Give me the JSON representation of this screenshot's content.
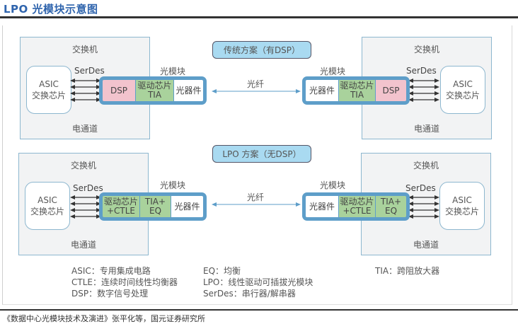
{
  "title": "LPO 光模块示意图",
  "source": "《数据中心光模块技术及演进》张平化等，国元证券研究所",
  "colors": {
    "title": "#2f64ad",
    "module_border": "#5e9ec9",
    "dsp_fill": "#f2c3cd",
    "driver_fill": "#a9d29c",
    "optical_fill": "#ffffff",
    "scheme_pill_fill": "#a9daf1",
    "switch_fill": "#f2f3f4",
    "switch_border": "#8db7cf"
  },
  "schemes": [
    {
      "label": "传统方案（有DSP）",
      "fiber_label": "光纤",
      "left": {
        "switch_label": "交换机",
        "asic_line1": "ASIC",
        "asic_line2": "交换芯片",
        "serdes_label": "SerDes",
        "channel_label": "电通道",
        "module_label": "光模块",
        "cells": [
          {
            "type": "dsp",
            "line1": "DSP",
            "line2": ""
          },
          {
            "type": "drv",
            "line1": "驱动芯片",
            "line2": "TIA"
          },
          {
            "type": "opt",
            "line1": "光器件",
            "line2": ""
          }
        ]
      },
      "right": {
        "switch_label": "交换机",
        "asic_line1": "ASIC",
        "asic_line2": "交换芯片",
        "serdes_label": "SerDes",
        "channel_label": "电通道",
        "module_label": "光模块",
        "cells": [
          {
            "type": "opt",
            "line1": "光器件",
            "line2": ""
          },
          {
            "type": "drv",
            "line1": "驱动芯片",
            "line2": "TIA"
          },
          {
            "type": "dsp",
            "line1": "DSP",
            "line2": ""
          }
        ]
      }
    },
    {
      "label": "LPO 方案（无DSP）",
      "fiber_label": "光纤",
      "left": {
        "switch_label": "交换机",
        "asic_line1": "ASIC",
        "asic_line2": "交换芯片",
        "serdes_label": "SerDes",
        "channel_label": "电通道",
        "module_label": "光模块",
        "cells": [
          {
            "type": "drv",
            "line1": "驱动芯片",
            "line2": "+CTLE"
          },
          {
            "type": "drv",
            "line1": "TIA+",
            "line2": "EQ"
          },
          {
            "type": "opt",
            "line1": "光器件",
            "line2": ""
          }
        ]
      },
      "right": {
        "switch_label": "交换机",
        "asic_line1": "ASIC",
        "asic_line2": "交换芯片",
        "serdes_label": "SerDes",
        "channel_label": "电通道",
        "module_label": "光模块",
        "cells": [
          {
            "type": "opt",
            "line1": "光器件",
            "line2": ""
          },
          {
            "type": "drv",
            "line1": "驱动芯片",
            "line2": "+CTLE"
          },
          {
            "type": "drv",
            "line1": "TIA+",
            "line2": "EQ"
          }
        ]
      }
    }
  ],
  "legend": {
    "col1": [
      "ASIC：专用集成电路",
      "CTLE：连续时间线性均衡器",
      "DSP：数字信号处理"
    ],
    "col2": [
      "EQ：均衡",
      "LPO：线性驱动可插拔光模块",
      "SerDes：串行器/解串器"
    ],
    "col3": [
      "TIA：跨阻放大器"
    ]
  }
}
